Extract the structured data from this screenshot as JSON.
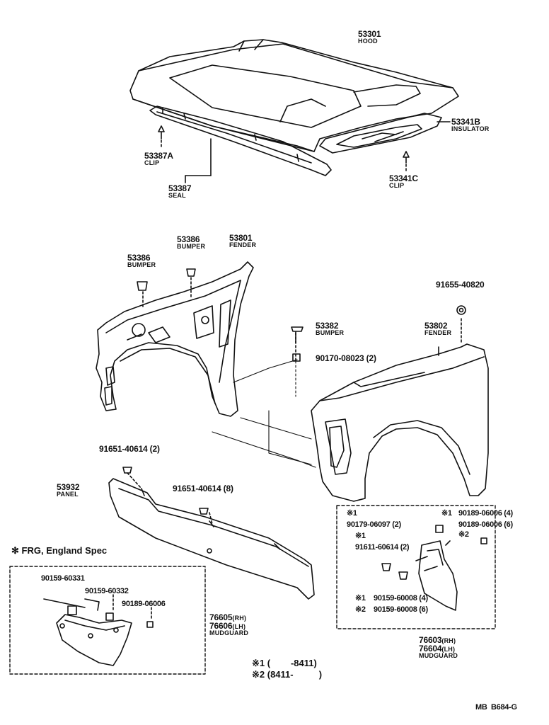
{
  "hood": {
    "part": "53301",
    "name": "HOOD"
  },
  "insulator": {
    "part": "53341B",
    "name": "INSULATOR"
  },
  "clip_a": {
    "part": "53387A",
    "name": "CLIP"
  },
  "clip_c": {
    "part": "53341C",
    "name": "CLIP"
  },
  "seal": {
    "part": "53387",
    "name": "SEAL"
  },
  "bumper_left": {
    "part": "53386",
    "name": "BUMPER"
  },
  "bumper_mid": {
    "part": "53386",
    "name": "BUMPER"
  },
  "fender_rh": {
    "part": "53801",
    "name": "FENDER"
  },
  "fender_lh": {
    "part": "53802",
    "name": "FENDER"
  },
  "bumper_53382": {
    "part": "53382",
    "name": "BUMPER"
  },
  "nut_91655": {
    "part": "91655-40820"
  },
  "screw_90170": {
    "part": "90170-08023 (2)"
  },
  "bolt_91651_a": {
    "part": "91651-40614 (2)"
  },
  "bolt_91651_b": {
    "part": "91651-40614 (8)"
  },
  "panel": {
    "part": "53932",
    "name": "PANEL"
  },
  "frg_box": {
    "title": "FRG, England Spec",
    "mark": "✻",
    "parts": [
      "90159-60331",
      "90159-60332",
      "90189-06006"
    ],
    "mudguard": {
      "rh": "76605",
      "lh": "76606",
      "rh_tag": "(RH)",
      "lh_tag": "(LH)",
      "name": "MUDGUARD"
    }
  },
  "right_box": {
    "mark1": "※1",
    "mark2": "※2",
    "p_90179": "90179-06097 (2)",
    "p_90189_4": "90189-06006 (4)",
    "p_90189_6": "90189-06006 (6)",
    "p_91611": "91611-60614 (2)",
    "p_90159_4": "90159-60008 (4)",
    "p_90159_6": "90159-60008 (6)",
    "mudguard": {
      "rh": "76603",
      "lh": "76604",
      "rh_tag": "(RH)",
      "lh_tag": "(LH)",
      "name": "MUDGUARD"
    }
  },
  "legend": {
    "row1_mark": "※1",
    "row1_text": "(        -8411)",
    "row2_mark": "※2",
    "row2_text": "(8411-          )"
  },
  "ref": "MB  B684-G"
}
